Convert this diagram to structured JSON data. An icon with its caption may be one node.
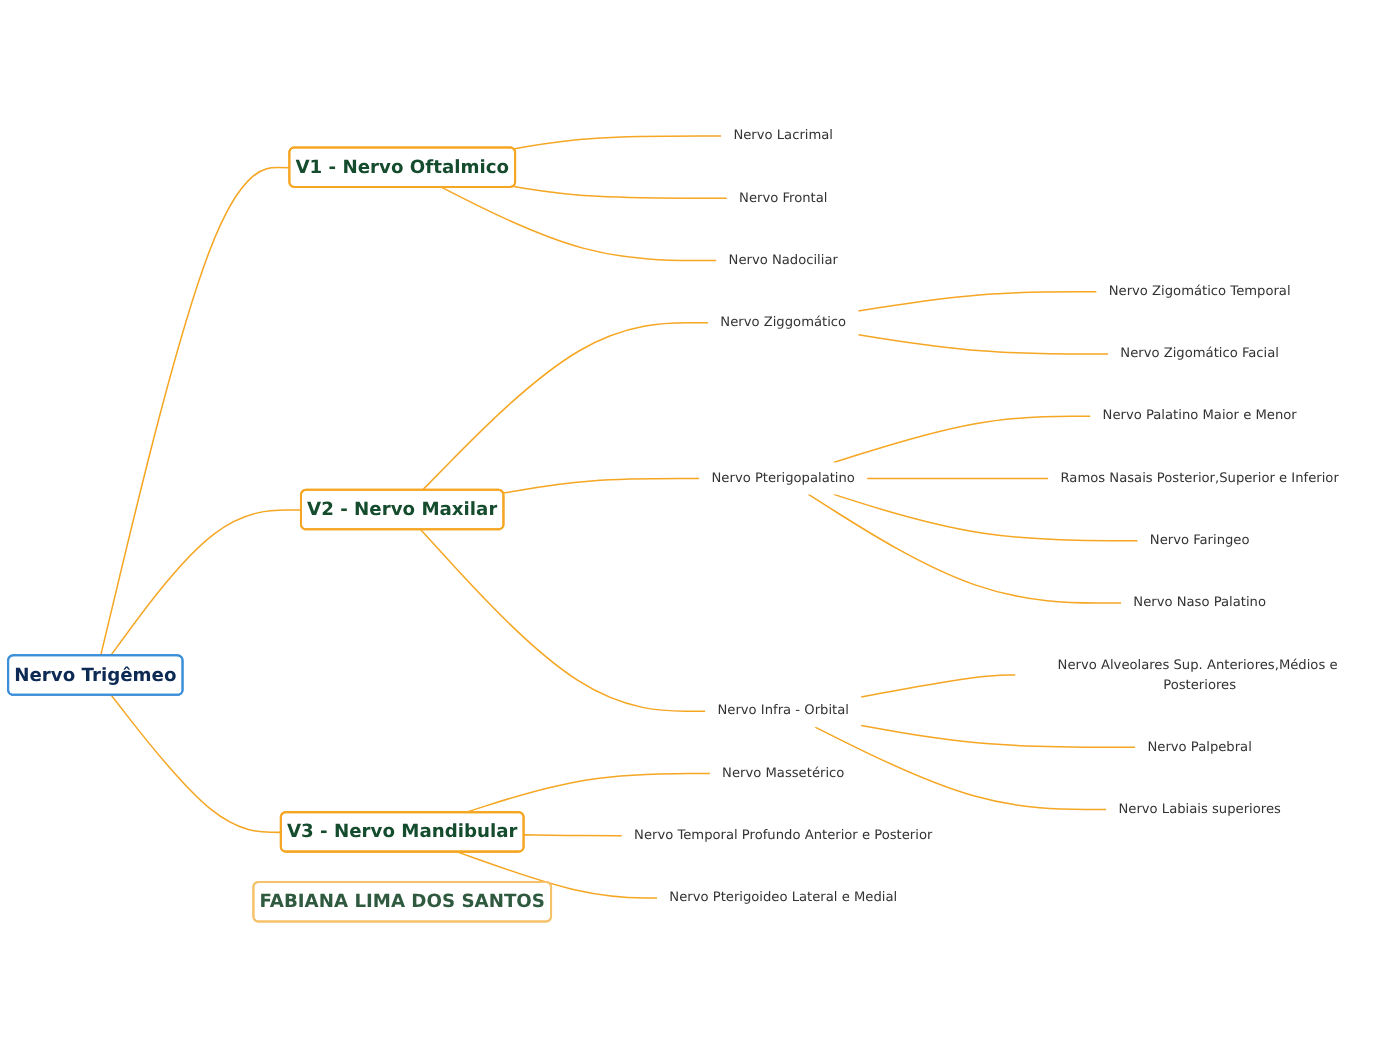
{
  "diagram": {
    "nodes": [
      {
        "text": [
          "Nervo Trigêmeo"
        ]
      },
      {
        "text": [
          "V1 - Nervo Oftalmico"
        ]
      },
      {
        "text": [
          "Nervo Lacrimal"
        ]
      },
      {
        "text": [
          "Nervo Frontal"
        ]
      },
      {
        "text": [
          "Nervo Nadociliar"
        ]
      },
      {
        "text": [
          "V2 - Nervo Maxilar"
        ]
      },
      {
        "text": [
          "Nervo Ziggomático"
        ]
      },
      {
        "text": [
          "Nervo Zigomático Temporal"
        ]
      },
      {
        "text": [
          "Nervo Zigomático Facial"
        ]
      },
      {
        "text": [
          "Nervo Pterigopalatino"
        ]
      },
      {
        "text": [
          "Nervo Palatino Maior e Menor"
        ]
      },
      {
        "text": [
          "Ramos Nasais Posterior,Superior e Inferior"
        ]
      },
      {
        "text": [
          "Nervo Faringeo"
        ]
      },
      {
        "text": [
          "Nervo Naso Palatino"
        ]
      },
      {
        "text": [
          "Nervo Infra - Orbital"
        ]
      },
      {
        "text": [
          "Nervo Alveolares Sup. Anteriores,Médios e Posteriores"
        ]
      },
      {
        "text": [
          "Nervo Palpebral"
        ]
      },
      {
        "text": [
          "Nervo Labiais superiores"
        ]
      },
      {
        "text": [
          "V3 - Nervo Mandibular"
        ]
      },
      {
        "text": [
          "Nervo Massetérico"
        ]
      },
      {
        "text": [
          "Nervo Temporal Profundo Anterior e Posterior"
        ]
      },
      {
        "text": [
          "Nervo Pterigoideo Lateral e Medial"
        ]
      },
      {
        "text": [
          "FABIANA LIMA DOS SANTOS"
        ]
      }
    ],
    "edges": [
      {
        "from": 0,
        "to": 1,
        "arrow": "none"
      },
      {
        "from": 1,
        "to": 2,
        "arrow": "none"
      },
      {
        "from": 1,
        "to": 3,
        "arrow": "none"
      },
      {
        "from": 1,
        "to": 4,
        "arrow": "none"
      },
      {
        "from": 0,
        "to": 5,
        "arrow": "none"
      },
      {
        "from": 5,
        "to": 6,
        "arrow": "none"
      },
      {
        "from": 6,
        "to": 7,
        "arrow": "none"
      },
      {
        "from": 6,
        "to": 8,
        "arrow": "none"
      },
      {
        "from": 5,
        "to": 9,
        "arrow": "none"
      },
      {
        "from": 9,
        "to": 10,
        "arrow": "none"
      },
      {
        "from": 9,
        "to": 11,
        "arrow": "none"
      },
      {
        "from": 9,
        "to": 12,
        "arrow": "none"
      },
      {
        "from": 9,
        "to": 13,
        "arrow": "none"
      },
      {
        "from": 5,
        "to": 14,
        "arrow": "none"
      },
      {
        "from": 14,
        "to": 15,
        "arrow": "none"
      },
      {
        "from": 14,
        "to": 16,
        "arrow": "none"
      },
      {
        "from": 14,
        "to": 17,
        "arrow": "none"
      },
      {
        "from": 0,
        "to": 18,
        "arrow": "none"
      },
      {
        "from": 18,
        "to": 19,
        "arrow": "none"
      },
      {
        "from": 18,
        "to": 20,
        "arrow": "none"
      },
      {
        "from": 18,
        "to": 21,
        "arrow": "none"
      }
    ]
  }
}
